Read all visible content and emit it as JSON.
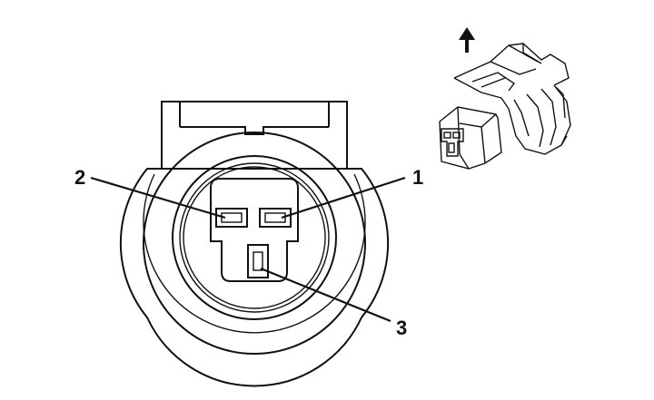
{
  "pins": [
    {
      "id": "pin-1",
      "label": "1"
    },
    {
      "id": "pin-2",
      "label": "2"
    },
    {
      "id": "pin-3",
      "label": "3"
    }
  ],
  "icons": {
    "direction_arrow": "up-arrow-icon",
    "connector_view": "connector-isometric-icon"
  },
  "colors": {
    "stroke": "#111111",
    "background": "#ffffff"
  }
}
